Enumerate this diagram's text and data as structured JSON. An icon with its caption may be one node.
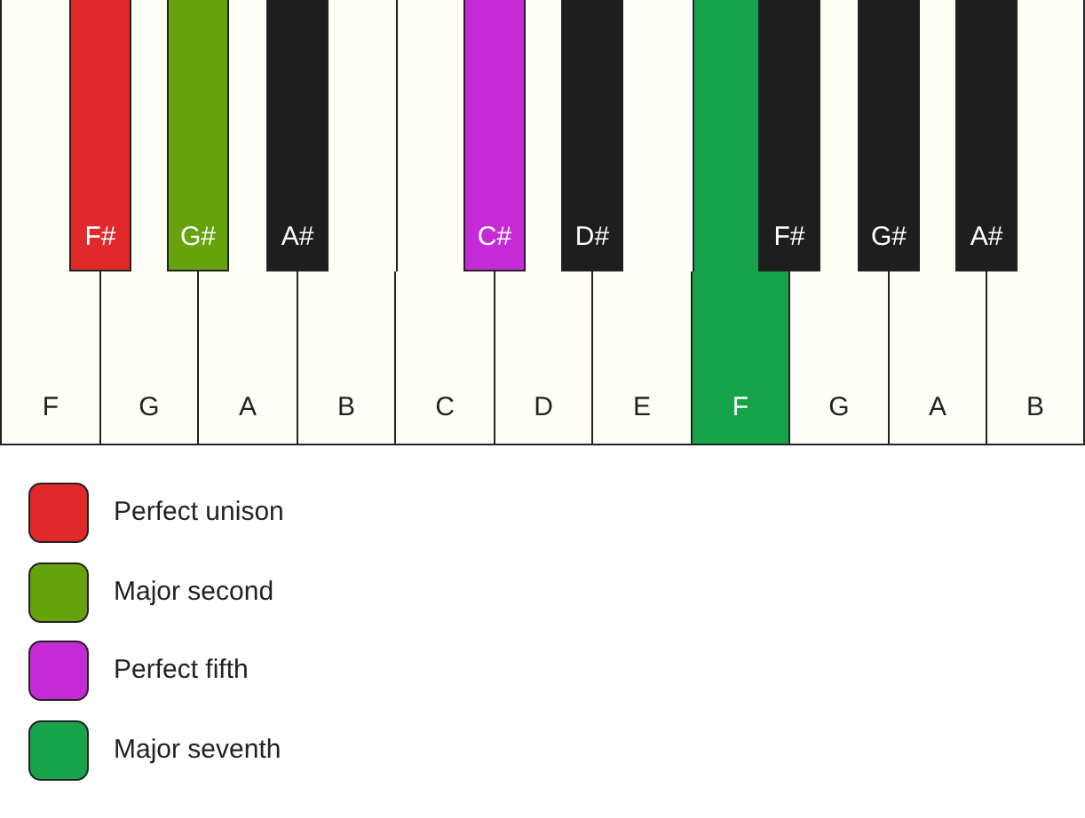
{
  "diagram": {
    "nodes": [
      {
        "text": [
          "F#"
        ]
      },
      {
        "text": [
          "G#"
        ]
      },
      {
        "text": [
          "A#"
        ]
      },
      {
        "text": [
          "C#"
        ]
      },
      {
        "text": [
          "D#"
        ]
      },
      {
        "text": [
          "F#"
        ]
      },
      {
        "text": [
          "G#"
        ]
      },
      {
        "text": [
          "A#"
        ]
      },
      {
        "text": [
          "F"
        ]
      },
      {
        "text": [
          "G"
        ]
      },
      {
        "text": [
          "A"
        ]
      },
      {
        "text": [
          "B"
        ]
      },
      {
        "text": [
          "C"
        ]
      },
      {
        "text": [
          "D"
        ]
      },
      {
        "text": [
          "E"
        ]
      },
      {
        "text": [
          "F"
        ]
      },
      {
        "text": [
          "G"
        ]
      },
      {
        "text": [
          "A"
        ]
      },
      {
        "text": [
          "B"
        ]
      }
    ],
    "legend": [
      {
        "text": "Perfect unison",
        "color": "#e0292b"
      },
      {
        "text": "Major second",
        "color": "#64a30c"
      },
      {
        "text": "Perfect fifth",
        "color": "#c42ad6"
      },
      {
        "text": "Major seventh",
        "color": "#17a34a"
      }
    ]
  }
}
